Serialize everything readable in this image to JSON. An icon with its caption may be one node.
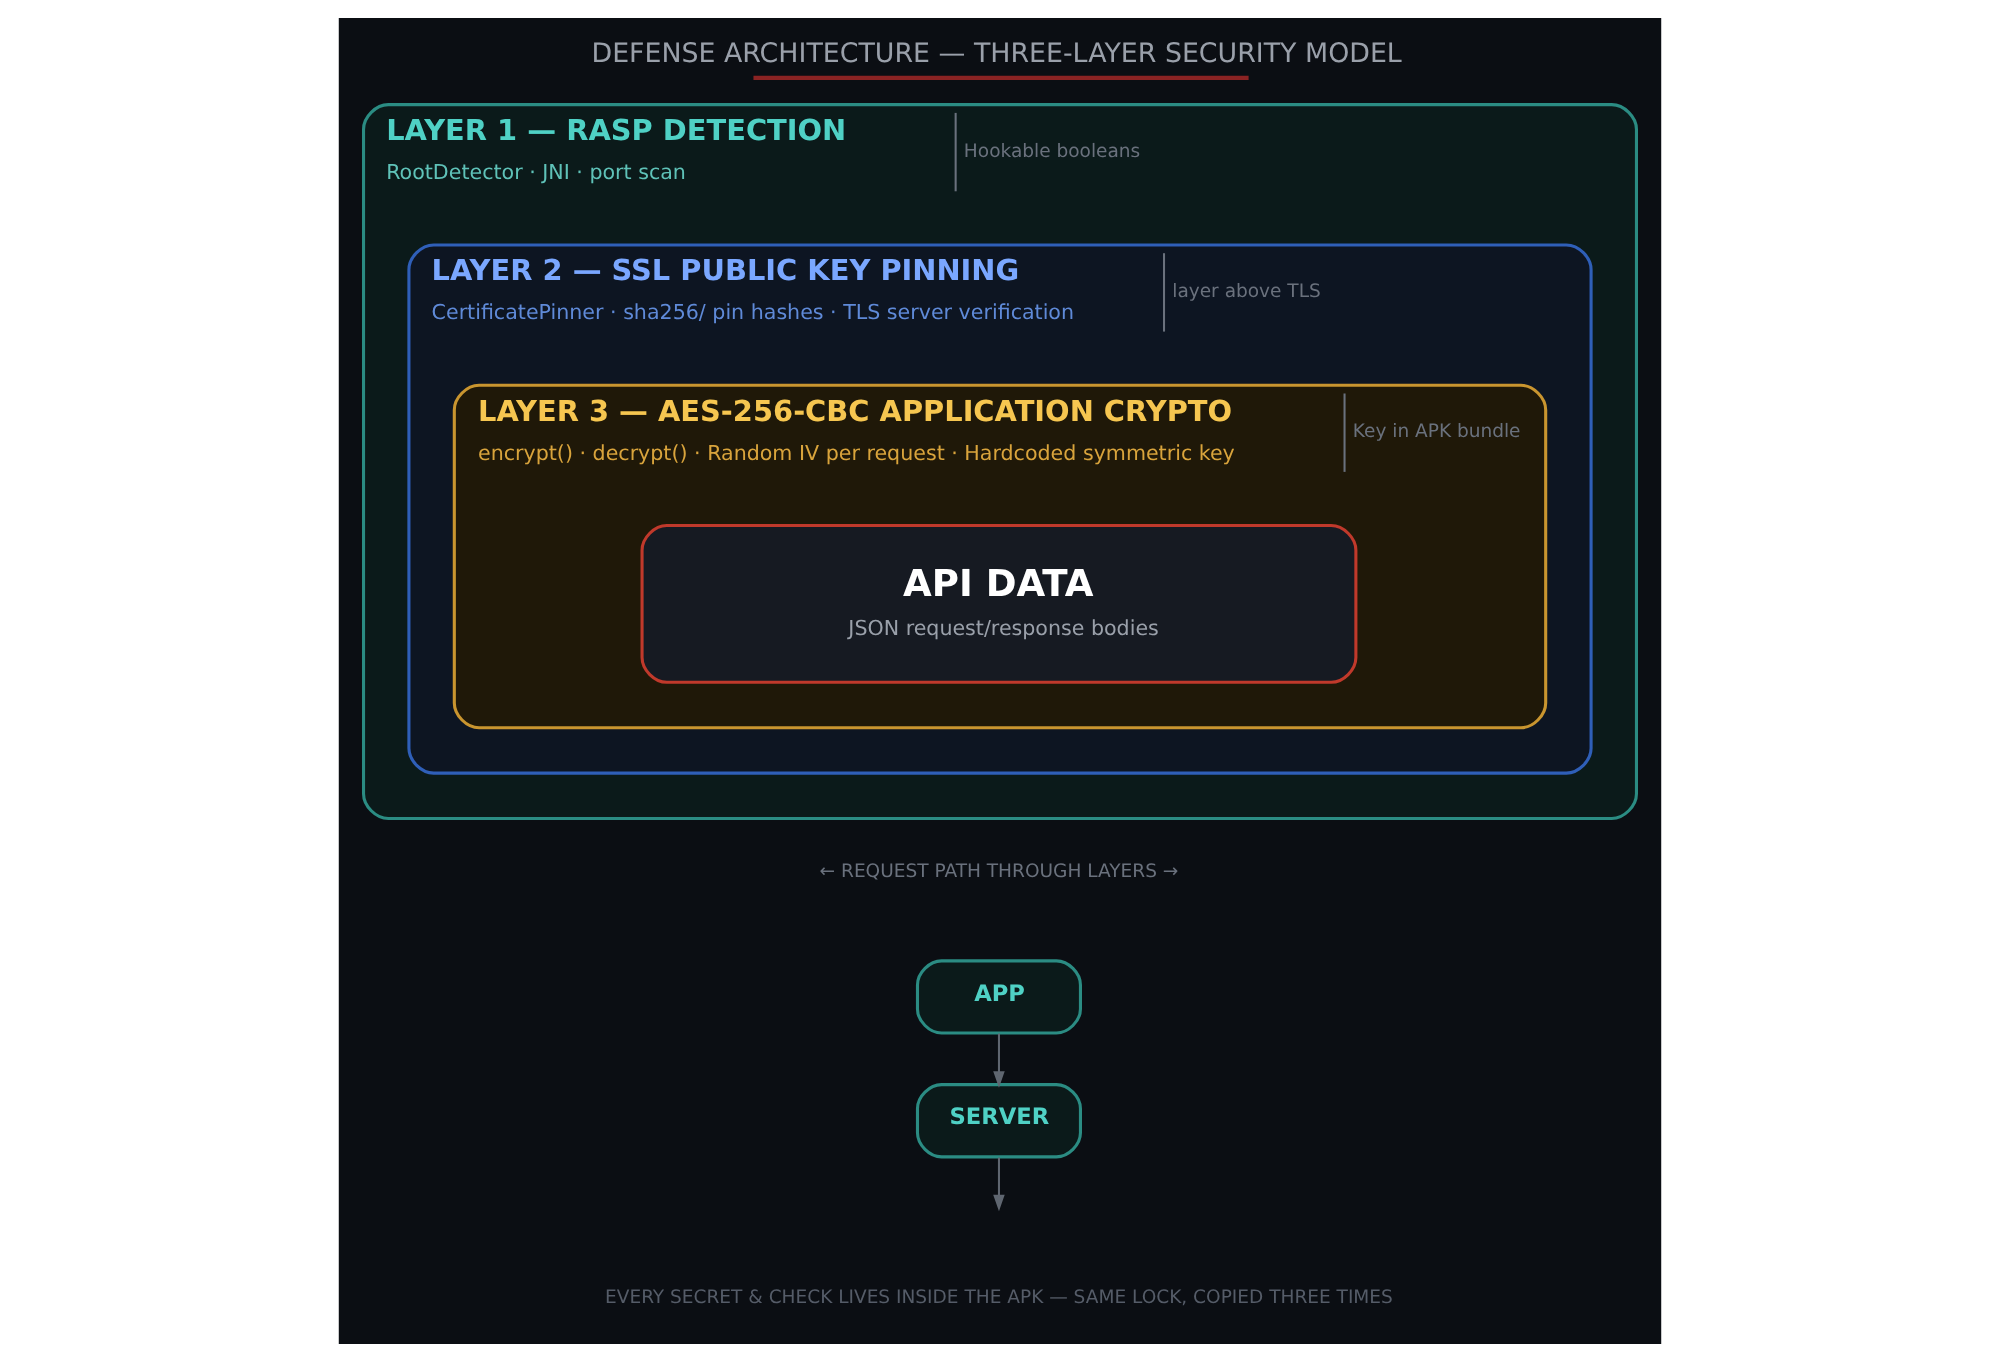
{
  "diagram": {
    "title": "DEFENSE ARCHITECTURE — THREE-LAYER SECURITY MODEL",
    "caption": "EVERY SECRET & CHECK LIVES INSIDE THE APK — SAME LOCK, COPIED THREE TIMES",
    "nodes": [
      {
        "text": [
          "LAYER 1 — RASP DETECTION",
          "RootDetector · JNI · port scan"
        ],
        "beside": [
          "Hookable booleans"
        ]
      },
      {
        "text": [
          "LAYER 2 — SSL PUBLIC KEY PINNING",
          "CertificatePinner · sha256/ pin hashes · TLS server verification"
        ],
        "in": 0,
        "beside": [
          "layer above TLS"
        ]
      },
      {
        "text": [
          "LAYER 3 — AES-256-CBC APPLICATION CRYPTO",
          "encrypt() · decrypt() · Random IV per request · Hardcoded symmetric key"
        ],
        "in": 1,
        "beside": [
          "Key in APK bundle"
        ]
      },
      {
        "text": [
          "API DATA",
          "JSON request/response bodies"
        ],
        "in": 2
      },
      {
        "text": [
          "APP"
        ]
      },
      {
        "text": [
          "SERVER"
        ]
      }
    ],
    "edges": [
      {
        "from": 4,
        "to": 5,
        "arrow": "to"
      },
      {
        "from": 5,
        "to": null,
        "arrow": "to"
      }
    ],
    "labels": [
      "← REQUEST PATH THROUGH LAYERS →"
    ]
  }
}
